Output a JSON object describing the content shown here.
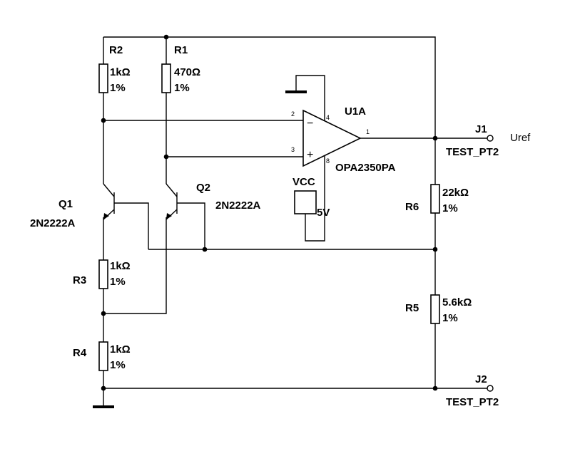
{
  "components": {
    "r1": {
      "ref": "R1",
      "value": "470Ω",
      "tolerance": "1%"
    },
    "r2": {
      "ref": "R2",
      "value": "1kΩ",
      "tolerance": "1%"
    },
    "r3": {
      "ref": "R3",
      "value": "1kΩ",
      "tolerance": "1%"
    },
    "r4": {
      "ref": "R4",
      "value": "1kΩ",
      "tolerance": "1%"
    },
    "r5": {
      "ref": "R5",
      "value": "5.6kΩ",
      "tolerance": "1%"
    },
    "r6": {
      "ref": "R6",
      "value": "22kΩ",
      "tolerance": "1%"
    },
    "q1": {
      "ref": "Q1",
      "part": "2N2222A"
    },
    "q2": {
      "ref": "Q2",
      "part": "2N2222A"
    },
    "u1": {
      "ref": "U1A",
      "part": "OPA2350PA",
      "pins": {
        "inv": "2",
        "noninv": "3",
        "out": "1",
        "vplus": "4",
        "vminus": "8"
      },
      "inv_symbol": "−",
      "noninv_symbol": "+"
    },
    "vcc": {
      "ref": "VCC",
      "value": "5V"
    },
    "j1": {
      "ref": "J1",
      "net": "Uref",
      "name": "TEST_PT2"
    },
    "j2": {
      "ref": "J2",
      "name": "TEST_PT2"
    }
  }
}
